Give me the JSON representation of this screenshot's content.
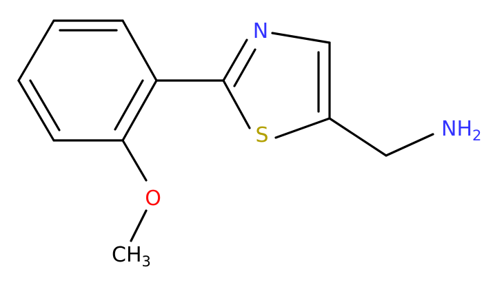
{
  "molecule": {
    "atoms": {
      "nitrogen_ring": {
        "text": "N",
        "color": "#3333ff"
      },
      "sulfur": {
        "text": "S",
        "color": "#b2a000"
      },
      "amine": {
        "text": "NH",
        "sub": "2",
        "color": "#3333ff"
      },
      "oxygen": {
        "text": "O",
        "color": "#ff0d0d"
      },
      "methyl": {
        "text": "CH",
        "sub": "3",
        "color": "#000000"
      }
    },
    "bond_color": "#000000"
  }
}
